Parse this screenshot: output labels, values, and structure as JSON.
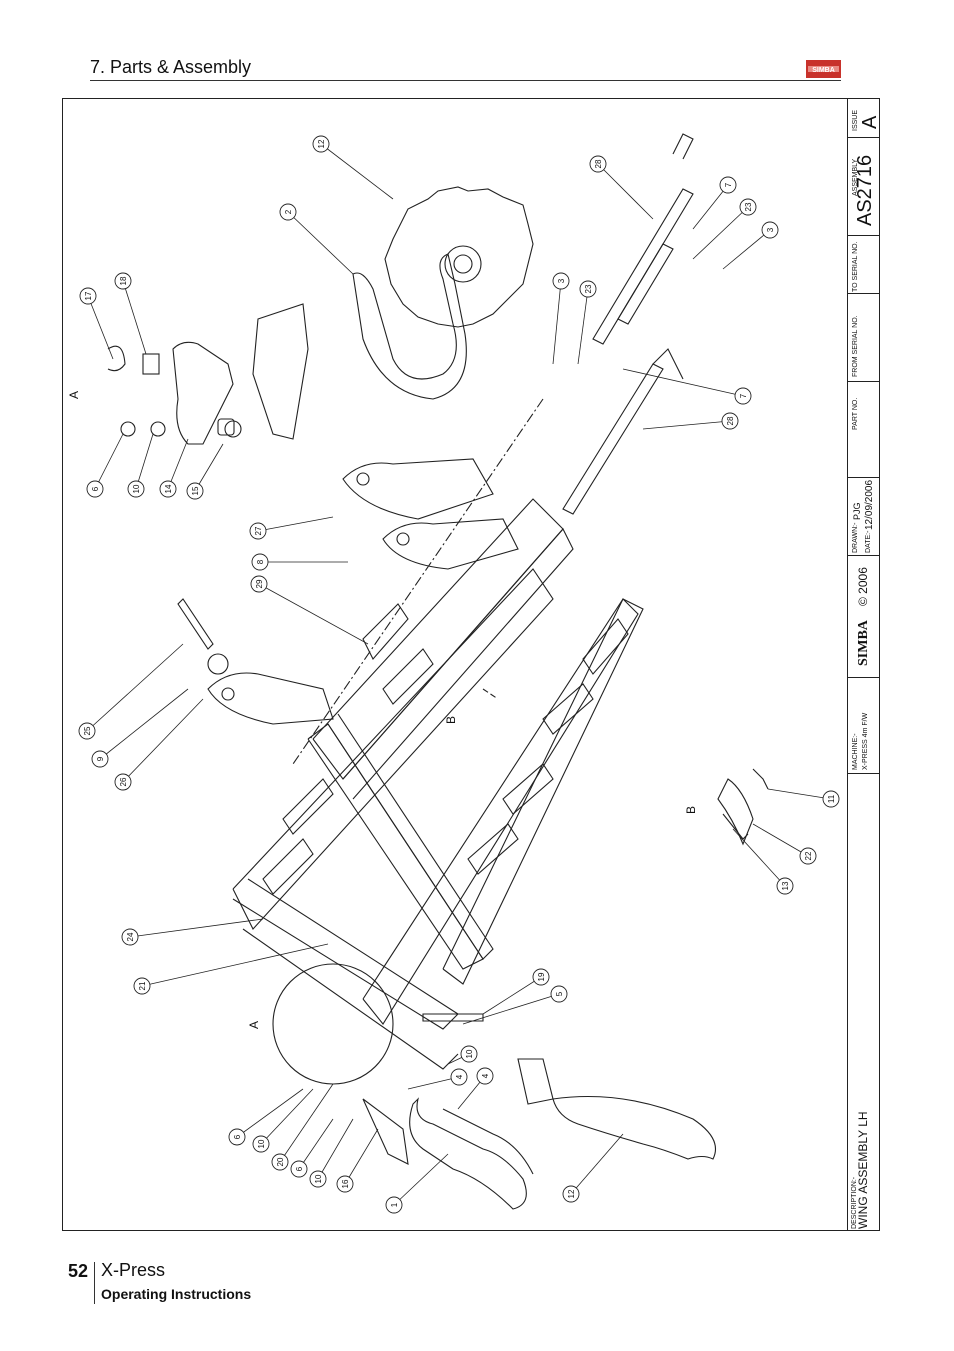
{
  "header": {
    "title": "7. Parts & Assembly",
    "logo_text": "SIMBA"
  },
  "title_block": {
    "issue_label": "ISSUE",
    "issue_value": "A",
    "assembly_label": "ASSEMBLY",
    "assembly_value": "AS2716",
    "to_serial_label": "TO SERIAL NO.",
    "from_serial_label": "FROM SERIAL NO.",
    "part_no_label": "PART NO.",
    "drawn_label": "DRAWN:-",
    "drawn_value": "PJG",
    "date_label": "DATE:-",
    "date_value": "12/09/2006",
    "copyright": "© 2006",
    "brand": "SIMBA",
    "machine_label": "MACHINE:-",
    "machine_value": "X-PRESS 4m F/W",
    "description_label": "DESCRIPTION:-",
    "description_value": "WING ASSEMBLY LH"
  },
  "drawing": {
    "section_labels": [
      "A",
      "A",
      "B",
      "B"
    ],
    "callouts": [
      "12",
      "2",
      "28",
      "7",
      "23",
      "3",
      "3",
      "23",
      "17",
      "18",
      "7",
      "28",
      "6",
      "10",
      "14",
      "15",
      "27",
      "8",
      "29",
      "25",
      "9",
      "26",
      "11",
      "22",
      "13",
      "24",
      "21",
      "19",
      "5",
      "10",
      "4",
      "4",
      "6",
      "10",
      "20",
      "6",
      "10",
      "16",
      "1",
      "12"
    ]
  },
  "footer": {
    "page_number": "52",
    "title": "X-Press",
    "subtitle": "Operating Instructions"
  }
}
